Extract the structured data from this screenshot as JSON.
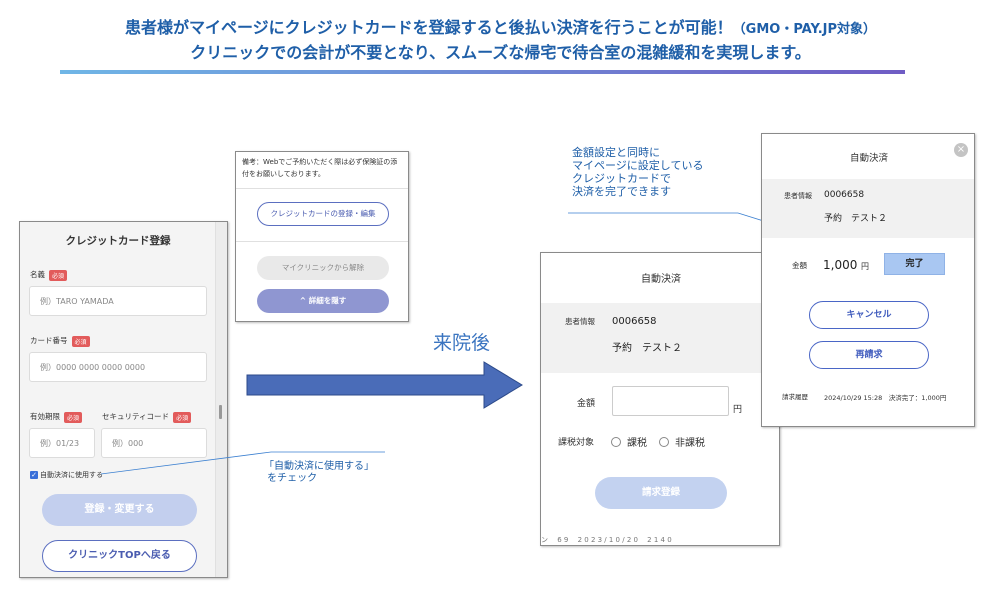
{
  "header": {
    "line1_main": "患者様がマイページにクレジットカードを登録すると後払い決済を行うことが可能！",
    "line1_small": "（GMO・PAY.JP対象）",
    "line2": "クリニックでの会計が不要となり、スムーズな帰宅で待合室の混雑緩和を実現します。"
  },
  "colors": {
    "headline": "#1f5fa8",
    "accent": "#5b6fc0",
    "arrow": "#4a6cb8",
    "required": "#e25b5b",
    "done_button": "#a9c7f2"
  },
  "registration": {
    "title": "クレジットカード登録",
    "required_badge": "必須",
    "name_label": "名義",
    "name_placeholder": "例）TARO YAMADA",
    "card_label": "カード番号",
    "card_placeholder": "例）0000 0000 0000 0000",
    "expiry_label": "有効期限",
    "expiry_placeholder": "例）01/23",
    "cvc_label": "セキュリティコード",
    "cvc_placeholder": "例）000",
    "autopay_checkbox_label": "自動決済に使用する",
    "submit_button": "登録・変更する",
    "back_button": "クリニックTOPへ戻る"
  },
  "mypage": {
    "note": "備考：Webでご予約いただく際は必ず保険証の添付をお願いしております。",
    "card_button": "クレジットカードの登録・編集",
    "unlink_button": "マイクリニックから解除",
    "collapse_button": "^ 詳細を隠す"
  },
  "check_callout": "「自動決済に使用する」\n をチェック",
  "after_visit": "来院後",
  "amount_callout": "金額設定と同時に\nマイページに設定している\nクレジットカードで\n決済を完了できます",
  "autopay": {
    "title": "自動決済",
    "patient_label": "患者情報",
    "patient_id": "0006658",
    "patient_name": "予約　テスト２",
    "amount_label": "金額",
    "amount_unit": "円",
    "tax_label": "課税対象",
    "tax_option_taxable": "課税",
    "tax_option_nontaxable": "非課税",
    "submit_button": "請求登録",
    "background_fragment": "ン　 6 9 　2 0 2 3 / 1 0 / 2 0 　2 1 4 0"
  },
  "autopay_done": {
    "title": "自動決済",
    "patient_label": "患者情報",
    "patient_id": "0006658",
    "patient_name": "予約　テスト２",
    "amount_label": "金額",
    "amount_value": "1,000",
    "amount_unit": "円",
    "done_button": "完了",
    "cancel_button": "キャンセル",
    "rebill_button": "再請求",
    "history_label": "請求履歴",
    "history_value": "2024/10/29 15:28　決済完了：1,000円"
  }
}
